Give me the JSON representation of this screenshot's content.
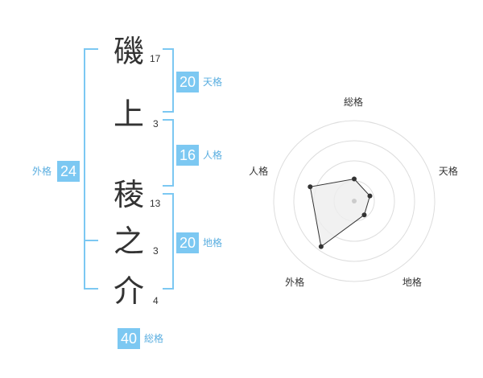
{
  "characters": [
    {
      "char": "磯",
      "strokes": "17"
    },
    {
      "char": "上",
      "strokes": "3"
    },
    {
      "char": "稜",
      "strokes": "13"
    },
    {
      "char": "之",
      "strokes": "3"
    },
    {
      "char": "介",
      "strokes": "4"
    }
  ],
  "fortunes": {
    "tenkaku": {
      "value": "20",
      "label": "天格"
    },
    "jinkaku": {
      "value": "16",
      "label": "人格"
    },
    "chikaku": {
      "value": "20",
      "label": "地格"
    },
    "gaikaku": {
      "value": "24",
      "label": "外格"
    },
    "soukaku": {
      "value": "40",
      "label": "総格"
    }
  },
  "colors": {
    "accent": "#7cc8f2",
    "accent_text": "#5aaee0",
    "radar_fill": "#eeeeee",
    "radar_grid": "#dddddd",
    "radar_point": "#333333"
  },
  "chart_data": {
    "type": "radar",
    "axes": [
      "総格",
      "天格",
      "地格",
      "外格",
      "人格"
    ],
    "values": [
      1.1,
      0.82,
      0.85,
      2.8,
      2.3
    ],
    "rmax": 4,
    "rings": 4
  }
}
